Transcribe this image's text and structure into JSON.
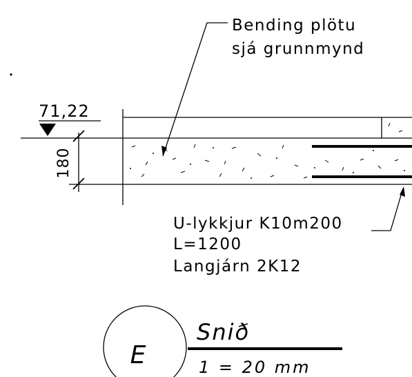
{
  "annotations": {
    "bending_line1": "Bending plötu",
    "bending_line2": "sjá grunnmynd",
    "rebar_line1": "U-lykkjur K10m200",
    "rebar_line2": "L=1200",
    "rebar_line3": "Langjárn 2K12"
  },
  "level": {
    "value": "71,22"
  },
  "dimension": {
    "thickness": "180"
  },
  "section": {
    "letter": "E",
    "title": "Snið",
    "scale": "1 = 20 mm"
  }
}
